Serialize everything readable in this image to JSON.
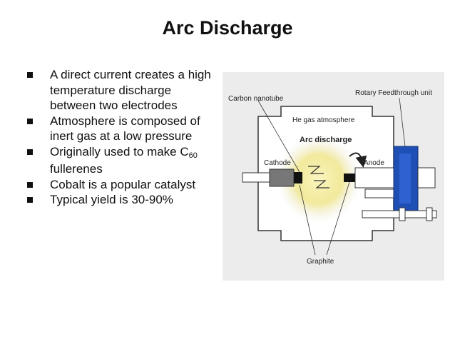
{
  "slide": {
    "title": "Arc Discharge",
    "bullets": [
      {
        "text": "A direct current creates a high temperature discharge between two electrodes"
      },
      {
        "text": "Atmosphere is composed of inert gas at a low pressure"
      },
      {
        "pre": "Originally used to make C",
        "sub": "60",
        "post": " fullerenes"
      },
      {
        "text": "Cobalt is a popular catalyst"
      },
      {
        "text": "Typical yield is 30-90%"
      }
    ]
  },
  "diagram": {
    "labels": {
      "carbon_nanotube": "Carbon nanotube",
      "rotary_feedthrough": "Rotary Feedthrough unit",
      "he_gas": "He gas atmosphere",
      "arc_discharge": "Arc discharge",
      "cathode": "Cathode",
      "anode": "Anode",
      "graphite": "Graphite"
    },
    "colors": {
      "background": "#ececec",
      "chamber": "#ffffff",
      "rotary_unit": "#1f4fb5",
      "cathode": "#777777",
      "glow": "#efe58a"
    }
  }
}
